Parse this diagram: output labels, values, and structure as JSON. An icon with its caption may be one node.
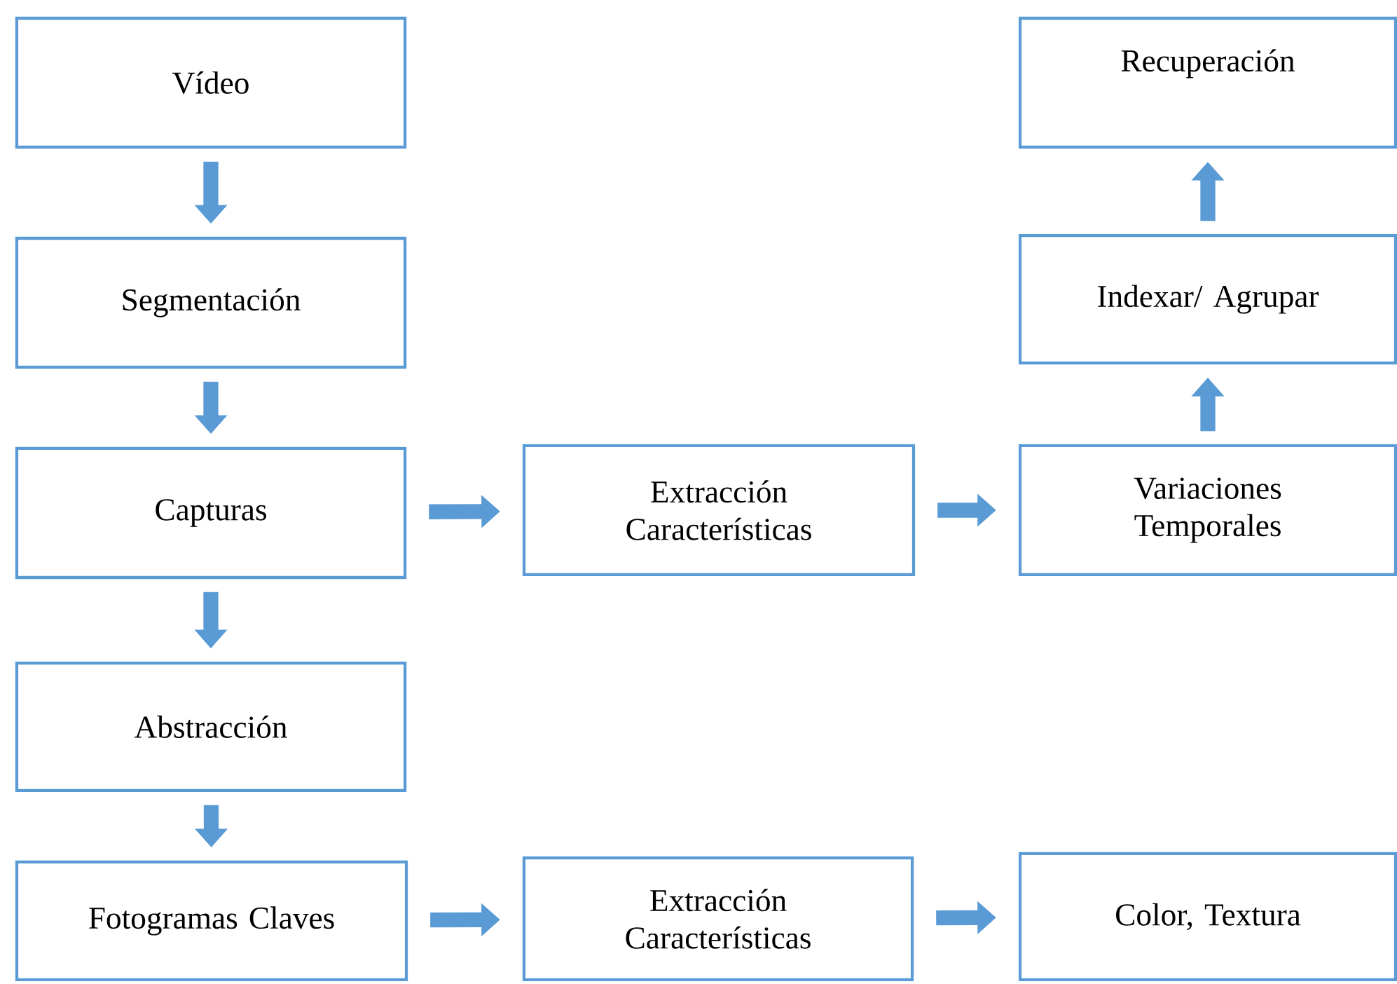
{
  "diagram": {
    "nodes": [
      {
        "text": [
          "Vídeo"
        ]
      },
      {
        "text": [
          "Segmentación"
        ]
      },
      {
        "text": [
          "Capturas"
        ]
      },
      {
        "text": [
          "Abstracción"
        ]
      },
      {
        "text": [
          "Fotogramas Claves"
        ]
      },
      {
        "text": [
          "Extracción Características"
        ]
      },
      {
        "text": [
          "Variaciones Temporales"
        ]
      },
      {
        "text": [
          "Indexar/ Agrupar"
        ]
      },
      {
        "text": [
          "Recuperación"
        ]
      },
      {
        "text": [
          "Extracción Características"
        ]
      },
      {
        "text": [
          "Color, Textura"
        ]
      }
    ],
    "edges": [
      {
        "from": 0,
        "to": 1,
        "arrow": "to"
      },
      {
        "from": 1,
        "to": 2,
        "arrow": "to"
      },
      {
        "from": 2,
        "to": 3,
        "arrow": "to"
      },
      {
        "from": 3,
        "to": 4,
        "arrow": "to"
      },
      {
        "from": 2,
        "to": 5,
        "arrow": "to"
      },
      {
        "from": 5,
        "to": 6,
        "arrow": "to"
      },
      {
        "from": 6,
        "to": 7,
        "arrow": "to"
      },
      {
        "from": 7,
        "to": 8,
        "arrow": "to"
      },
      {
        "from": 4,
        "to": 9,
        "arrow": "to"
      },
      {
        "from": 9,
        "to": 10,
        "arrow": "to"
      }
    ]
  }
}
